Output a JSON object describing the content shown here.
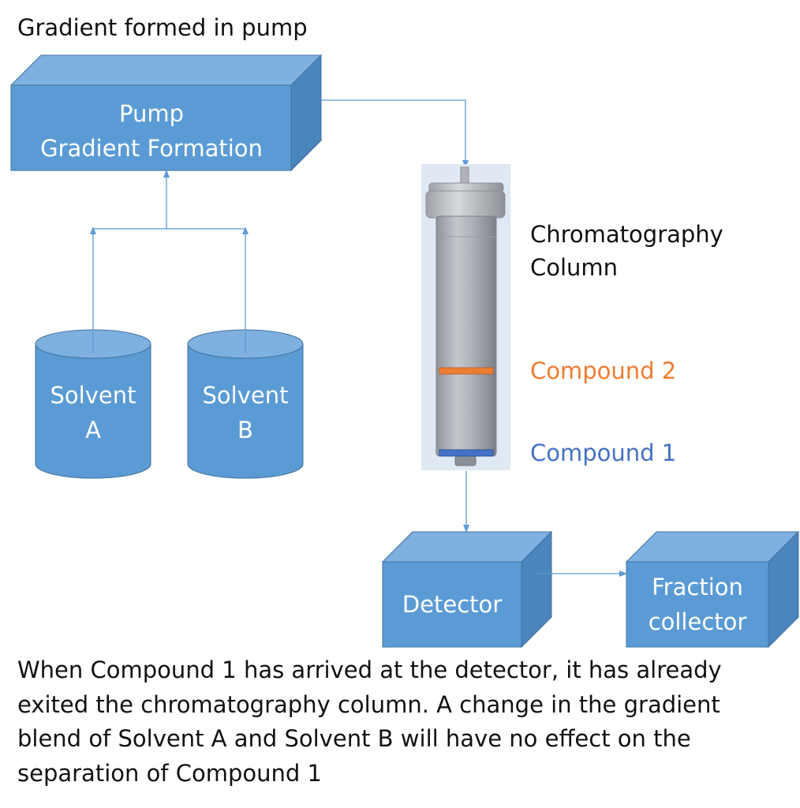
{
  "title": "Gradient formed in pump",
  "pump": {
    "line1": "Pump",
    "line2": "Gradient Formation"
  },
  "solvent_a": {
    "line1": "Solvent",
    "line2": "A"
  },
  "solvent_b": {
    "line1": "Solvent",
    "line2": "B"
  },
  "column": {
    "line1": "Chromatography",
    "line2": "Column"
  },
  "compound2": {
    "label": "Compound 2",
    "color": "#ED7D31"
  },
  "compound1": {
    "label": "Compound 1",
    "color": "#4472C4"
  },
  "detector": {
    "label": "Detector"
  },
  "fraction_collector": {
    "line1": "Fraction",
    "line2": "collector"
  },
  "caption": "When Compound 1 has arrived at the detector, it has already\nexited the chromatography column.  A change in the gradient\nblend of Solvent A and Solvent B will have no effect on the\nseparation of Compound 1",
  "colors": {
    "box_front": "#5B9BD5",
    "box_top": "#7EB0E0",
    "box_side": "#4A85BE",
    "box_edge": "#41719C",
    "arrow": "#5B9BD5"
  }
}
